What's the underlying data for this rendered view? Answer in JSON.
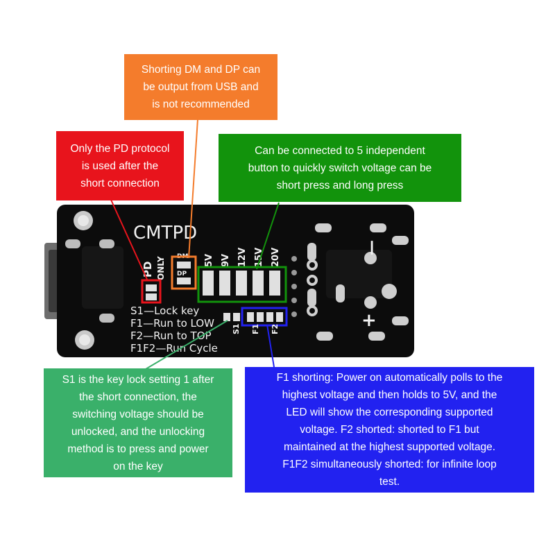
{
  "callouts": {
    "orange": "Shorting DM and DP can\nbe output from USB and\nis not recommended",
    "red": "Only the PD protocol\nis used after the\nshort connection",
    "green_dark": "Can be connected to 5 independent\nbutton to quickly switch voltage can be\nshort press and long press",
    "green_light": "S1 is the key lock setting 1 after\nthe short connection, the\nswitching voltage should be\nunlocked, and the unlocking\nmethod is to press and power\non the key",
    "blue": "F1 shorting: Power on automatically polls to the\nhighest voltage and then holds to 5V, and the\nLED will show the corresponding supported\nvoltage. F2 shorted: shorted to F1 but\nmaintained at the highest supported voltage.\nF1F2 simultaneously shorted: for infinite loop\ntest."
  },
  "board": {
    "brand": "CMTPD",
    "pd_label": "PD",
    "only_label": "ONLY",
    "dm_label": "DM",
    "dp_label": "DP",
    "voltages": [
      "5V",
      "9V",
      "12V",
      "15V",
      "20V"
    ],
    "legend": [
      "S1—Lock key",
      "F1—Run to LOW",
      "F2—Run to TOP",
      "F1F2—Run Cycle"
    ],
    "s1": "S1",
    "f1": "F1",
    "f2": "F2",
    "minus": "—",
    "plus": "+"
  },
  "colors": {
    "orange": "#f47c2c",
    "red": "#e8141c",
    "green_dark": "#12930c",
    "green_light": "#3ab06a",
    "blue": "#2222f0",
    "pcb": "#0c0c0c"
  }
}
